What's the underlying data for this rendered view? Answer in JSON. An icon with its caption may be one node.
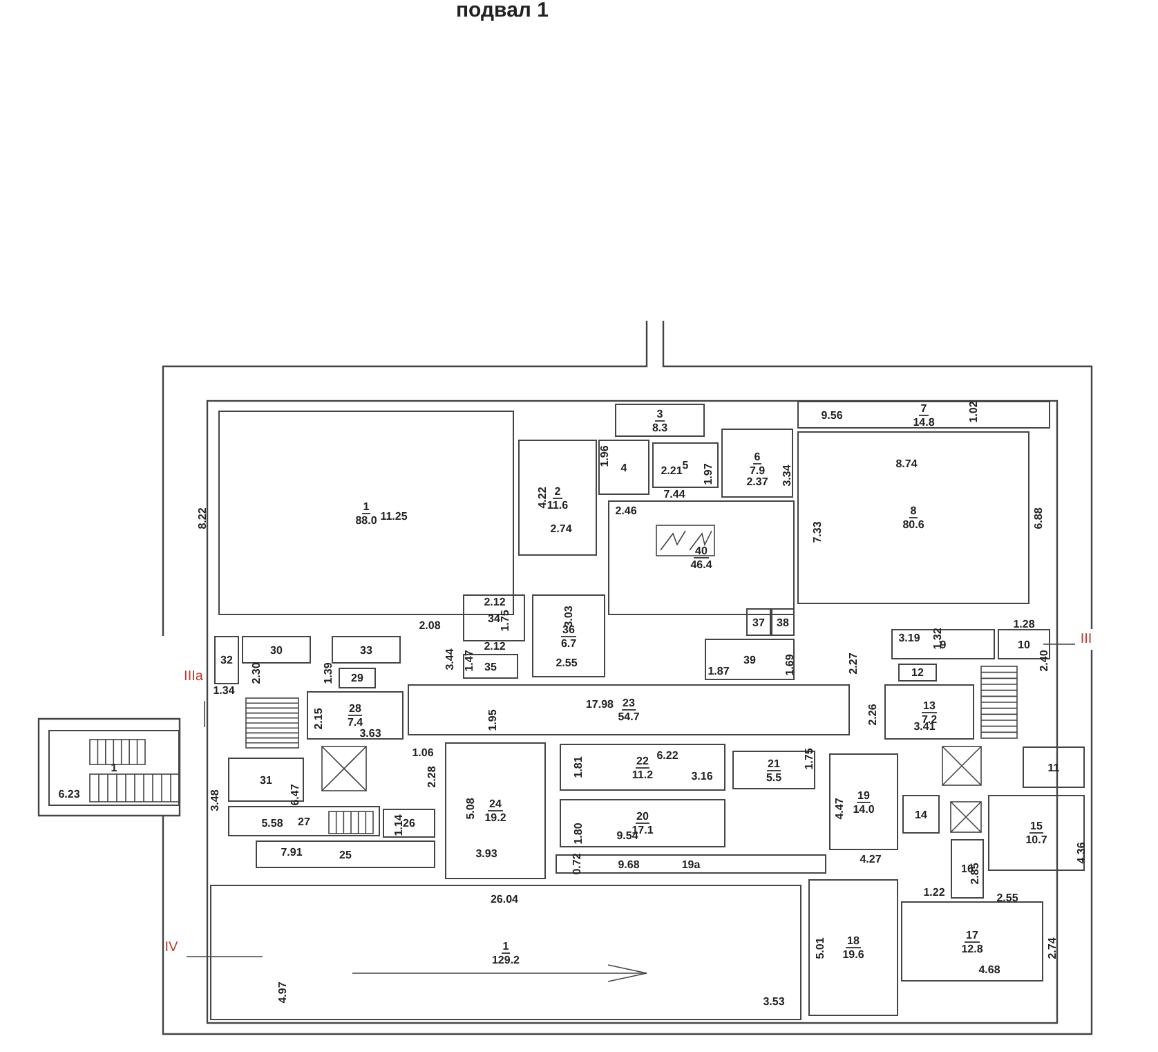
{
  "diagram": {
    "title": "подвал 1",
    "nodes": [
      {
        "text": [
          "1",
          "88.0"
        ]
      },
      {
        "text": [
          "2",
          "11.6"
        ]
      },
      {
        "text": [
          "3",
          "8.3"
        ]
      },
      {
        "text": [
          "4"
        ]
      },
      {
        "text": [
          "5"
        ]
      },
      {
        "text": [
          "6",
          "7.9"
        ]
      },
      {
        "text": [
          "7",
          "14.8"
        ]
      },
      {
        "text": [
          "8",
          "80.6"
        ]
      },
      {
        "text": [
          "40",
          "46.4"
        ]
      },
      {
        "text": [
          "34"
        ]
      },
      {
        "text": [
          "35"
        ]
      },
      {
        "text": [
          "36",
          "6.7"
        ]
      },
      {
        "text": [
          "37"
        ]
      },
      {
        "text": [
          "38"
        ]
      },
      {
        "text": [
          "39"
        ]
      },
      {
        "text": [
          "30"
        ]
      },
      {
        "text": [
          "33"
        ]
      },
      {
        "text": [
          "32"
        ]
      },
      {
        "text": [
          "29"
        ]
      },
      {
        "text": [
          "28",
          "7.4"
        ]
      },
      {
        "text": [
          "31"
        ]
      },
      {
        "text": [
          "1"
        ]
      },
      {
        "text": [
          "27"
        ]
      },
      {
        "text": [
          "26"
        ]
      },
      {
        "text": [
          "25"
        ]
      },
      {
        "text": [
          "24",
          "19.2"
        ]
      },
      {
        "text": [
          "23",
          "54.7"
        ]
      },
      {
        "text": [
          "22",
          "11.2"
        ]
      },
      {
        "text": [
          "21",
          "5.5"
        ]
      },
      {
        "text": [
          "20",
          "17.1"
        ]
      },
      {
        "text": [
          "19a"
        ]
      },
      {
        "text": [
          "19",
          "14.0"
        ]
      },
      {
        "text": [
          "9"
        ]
      },
      {
        "text": [
          "10"
        ]
      },
      {
        "text": [
          "12"
        ]
      },
      {
        "text": [
          "13",
          "7.2"
        ]
      },
      {
        "text": [
          "11"
        ]
      },
      {
        "text": [
          "14"
        ]
      },
      {
        "text": [
          "15",
          "10.7"
        ]
      },
      {
        "text": [
          "16"
        ]
      },
      {
        "text": [
          "17",
          "12.8"
        ]
      },
      {
        "text": [
          "18",
          "19.6"
        ]
      },
      {
        "text": [
          "1",
          "129.2"
        ]
      }
    ],
    "labels": [
      "8.22",
      "11.25",
      "4.22",
      "1.96",
      "2.46",
      "2.74",
      "2.21",
      "1.97",
      "7.44",
      "2.37",
      "3.34",
      "9.56",
      "1.02",
      "8.74",
      "7.33",
      "6.88",
      "2.08",
      "2.12",
      "1.75",
      "3.03",
      "2.12",
      "1.47",
      "3.44",
      "2.55",
      "1.87",
      "1.69",
      "2.27",
      "3.19",
      "1.32",
      "1.28",
      "2.40",
      "2.30",
      "1.39",
      "1.34",
      "2.15",
      "3.63",
      "1.95",
      "17.98",
      "2.26",
      "3.41",
      "6.22",
      "1.81",
      "3.16",
      "1.75",
      "1.06",
      "2.28",
      "3.48",
      "6.47",
      "5.58",
      "1.14",
      "7.91",
      "5.08",
      "3.93",
      "1.80",
      "9.54",
      "4.47",
      "4.27",
      "9.68",
      "0.72",
      "4.36",
      "2.85",
      "1.22",
      "2.55",
      "26.04",
      "4.97",
      "5.01",
      "2.74",
      "4.68",
      "3.53",
      "6.23",
      "IIIa",
      "III",
      "IV"
    ]
  }
}
